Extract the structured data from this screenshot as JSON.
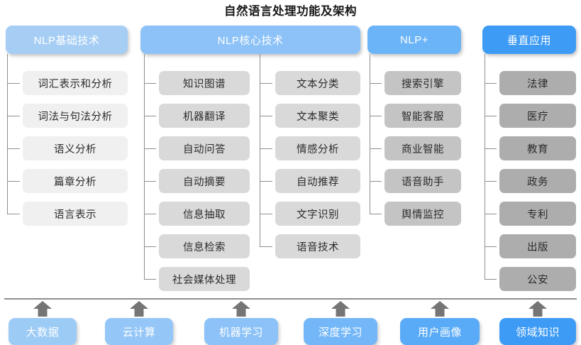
{
  "title": "自然语言处理功能及架构",
  "colors": {
    "header_basic": "#a6cef5",
    "header_core": "#8cc2f7",
    "header_plus": "#6cb4f8",
    "header_vertical": "#3d9bf5",
    "node_col1": "#f0f0f0",
    "node_col2": "#d9d9d9",
    "node_col3": "#d9d9d9",
    "node_col4": "#c4c4c4",
    "node_col5": "#adadad",
    "connector": "#8e8e8e",
    "arrow": "#757575",
    "title_text": "#1a1a1a",
    "node_text": "#2b2b2b",
    "header_text": "#ffffff"
  },
  "columns": [
    {
      "id": "nlp-basic",
      "header": "NLP基础技术",
      "groups": [
        {
          "id": "basic-list",
          "items": [
            "词汇表示和分析",
            "词法与句法分析",
            "语义分析",
            "篇章分析",
            "语言表示"
          ]
        }
      ]
    },
    {
      "id": "nlp-core",
      "header": "NLP核心技术",
      "groups": [
        {
          "id": "core-list-left",
          "items": [
            "知识图谱",
            "机器翻译",
            "自动问答",
            "自动摘要",
            "信息抽取",
            "信息检索",
            "社会媒体处理"
          ]
        },
        {
          "id": "core-list-right",
          "items": [
            "文本分类",
            "文本聚类",
            "情感分析",
            "自动推荐",
            "文字识别",
            "语音技术"
          ]
        }
      ]
    },
    {
      "id": "nlp-plus",
      "header": "NLP+",
      "groups": [
        {
          "id": "plus-list",
          "items": [
            "搜索引擎",
            "智能客服",
            "商业智能",
            "语音助手",
            "舆情监控"
          ]
        }
      ]
    },
    {
      "id": "vertical-app",
      "header": "垂直应用",
      "groups": [
        {
          "id": "vertical-list",
          "items": [
            "法律",
            "医疗",
            "教育",
            "政务",
            "专利",
            "出版",
            "公安"
          ]
        }
      ]
    }
  ],
  "foundation": {
    "items": [
      {
        "label": "大数据",
        "color": "#9ccbf6"
      },
      {
        "label": "云计算",
        "color": "#94c6f7"
      },
      {
        "label": "机器学习",
        "color": "#8cc2f7"
      },
      {
        "label": "深度学习",
        "color": "#74b7f8"
      },
      {
        "label": "用户画像",
        "color": "#5aabf7"
      },
      {
        "label": "领域知识",
        "color": "#3d9bf5"
      }
    ],
    "arrow_icon": "up-arrow-icon"
  },
  "watermark": ""
}
